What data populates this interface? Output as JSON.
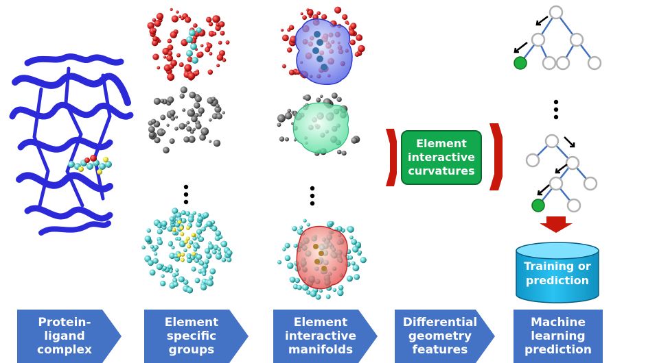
{
  "steps": [
    {
      "label": "Protein-\nligand\ncomplex"
    },
    {
      "label": "Element\nspecific\ngroups"
    },
    {
      "label": "Element\ninteractive\nmanifolds"
    },
    {
      "label": "Differential\ngeometry\nfeatures"
    },
    {
      "label": "Machine\nlearning\nprediction"
    }
  ],
  "curvature_box": {
    "label": "Element\ninteractive\ncurvatures"
  },
  "output_cylinder": {
    "label": "Training or\nprediction"
  },
  "colors": {
    "step_arrow": "#4472c4",
    "protein": "#2c2ad8",
    "oxygen_group": "#d42020",
    "carbon_group": "#6e6e6e",
    "nitrogen_group": "#4fc8c8",
    "ligand": "#5fd0c8",
    "manifold_blue": "#5060e8",
    "manifold_green": "#50dc98",
    "manifold_red": "#e04848",
    "curvature_box": "#12a84e",
    "flow_arrow": "#c8180c",
    "cylinder": "#19b6ea",
    "tree_edge": "#3f6fbf",
    "tree_node": "#b0b0b0",
    "tree_leaf": "#1dae3e"
  }
}
